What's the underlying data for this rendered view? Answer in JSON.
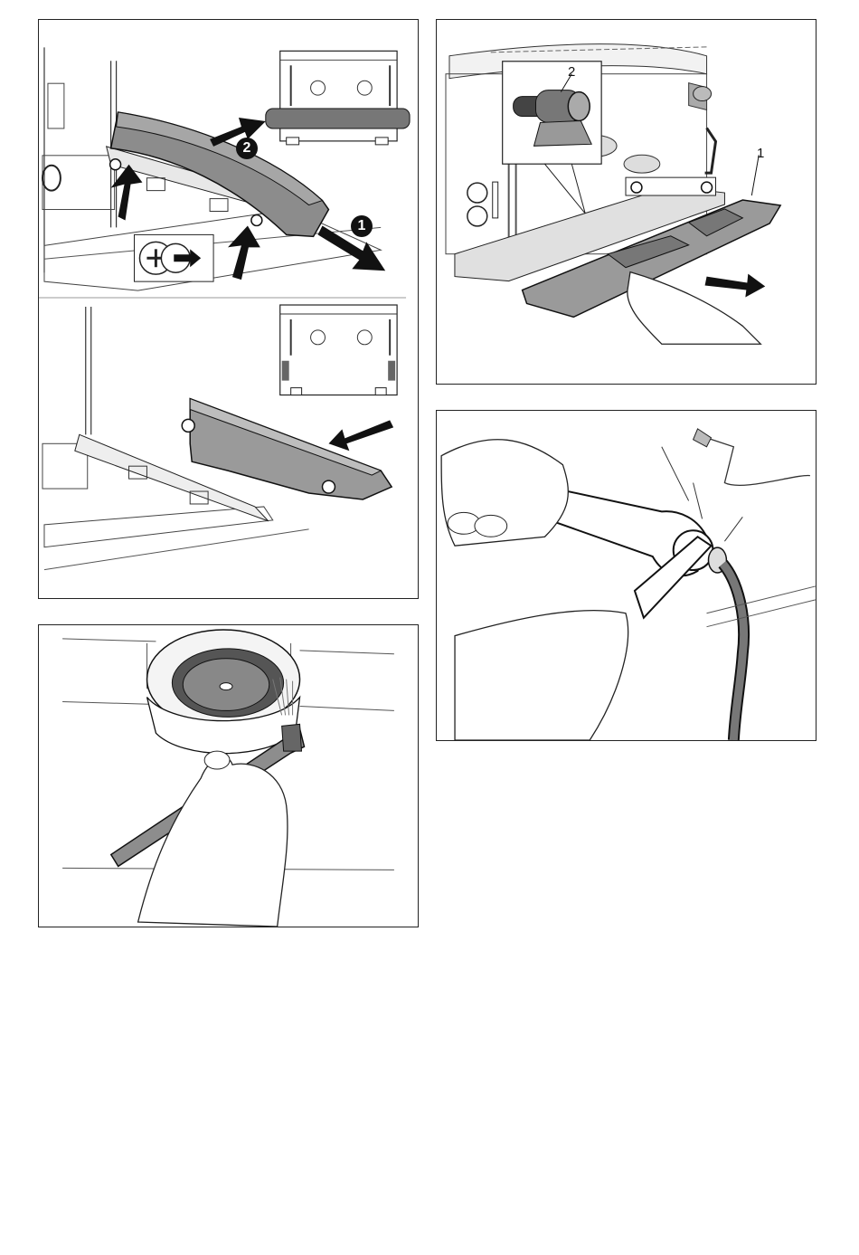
{
  "panels": {
    "top_left": {
      "step_badges": [
        "1",
        "2"
      ]
    },
    "top_right": {
      "callouts": [
        "1",
        "2"
      ]
    }
  }
}
